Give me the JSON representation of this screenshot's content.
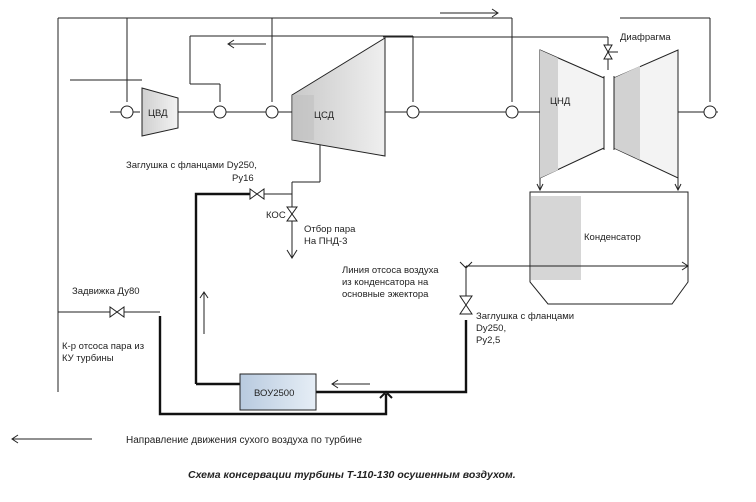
{
  "labels": {
    "cvd": "ЦВД",
    "csd": "ЦСД",
    "cnd": "ЦНД",
    "diafragma": "Диафрагма",
    "kondensator": "Конденсатор",
    "vou": "ВОУ2500",
    "kos": "КОС",
    "zaglushka_top_1": "Заглушка с фланцами Dy250,",
    "zaglushka_top_2": "Ру16",
    "otbor_1": "Отбор пара",
    "otbor_2": "На ПНД-3",
    "zadvizhka": "Задвижка Ду80",
    "kr_1": "К-р отсоса пара из",
    "kr_2": "КУ турбины",
    "liniya_1": "Линия отсоса воздуха",
    "liniya_2": "из конденсатора на",
    "liniya_3": "основные эжектора",
    "zaglushka_bot_1": "Заглушка с фланцами",
    "zaglushka_bot_2": "Dy250,",
    "zaglushka_bot_3": "Ру2,5",
    "legend": "Направление движения сухого воздуха по турбине",
    "caption": "Схема консервации турбины Т-110-130 осушенным воздухом."
  },
  "colors": {
    "line": "#222222",
    "shade": "#d4d4d4",
    "vou_fill": "#cfdcea"
  }
}
